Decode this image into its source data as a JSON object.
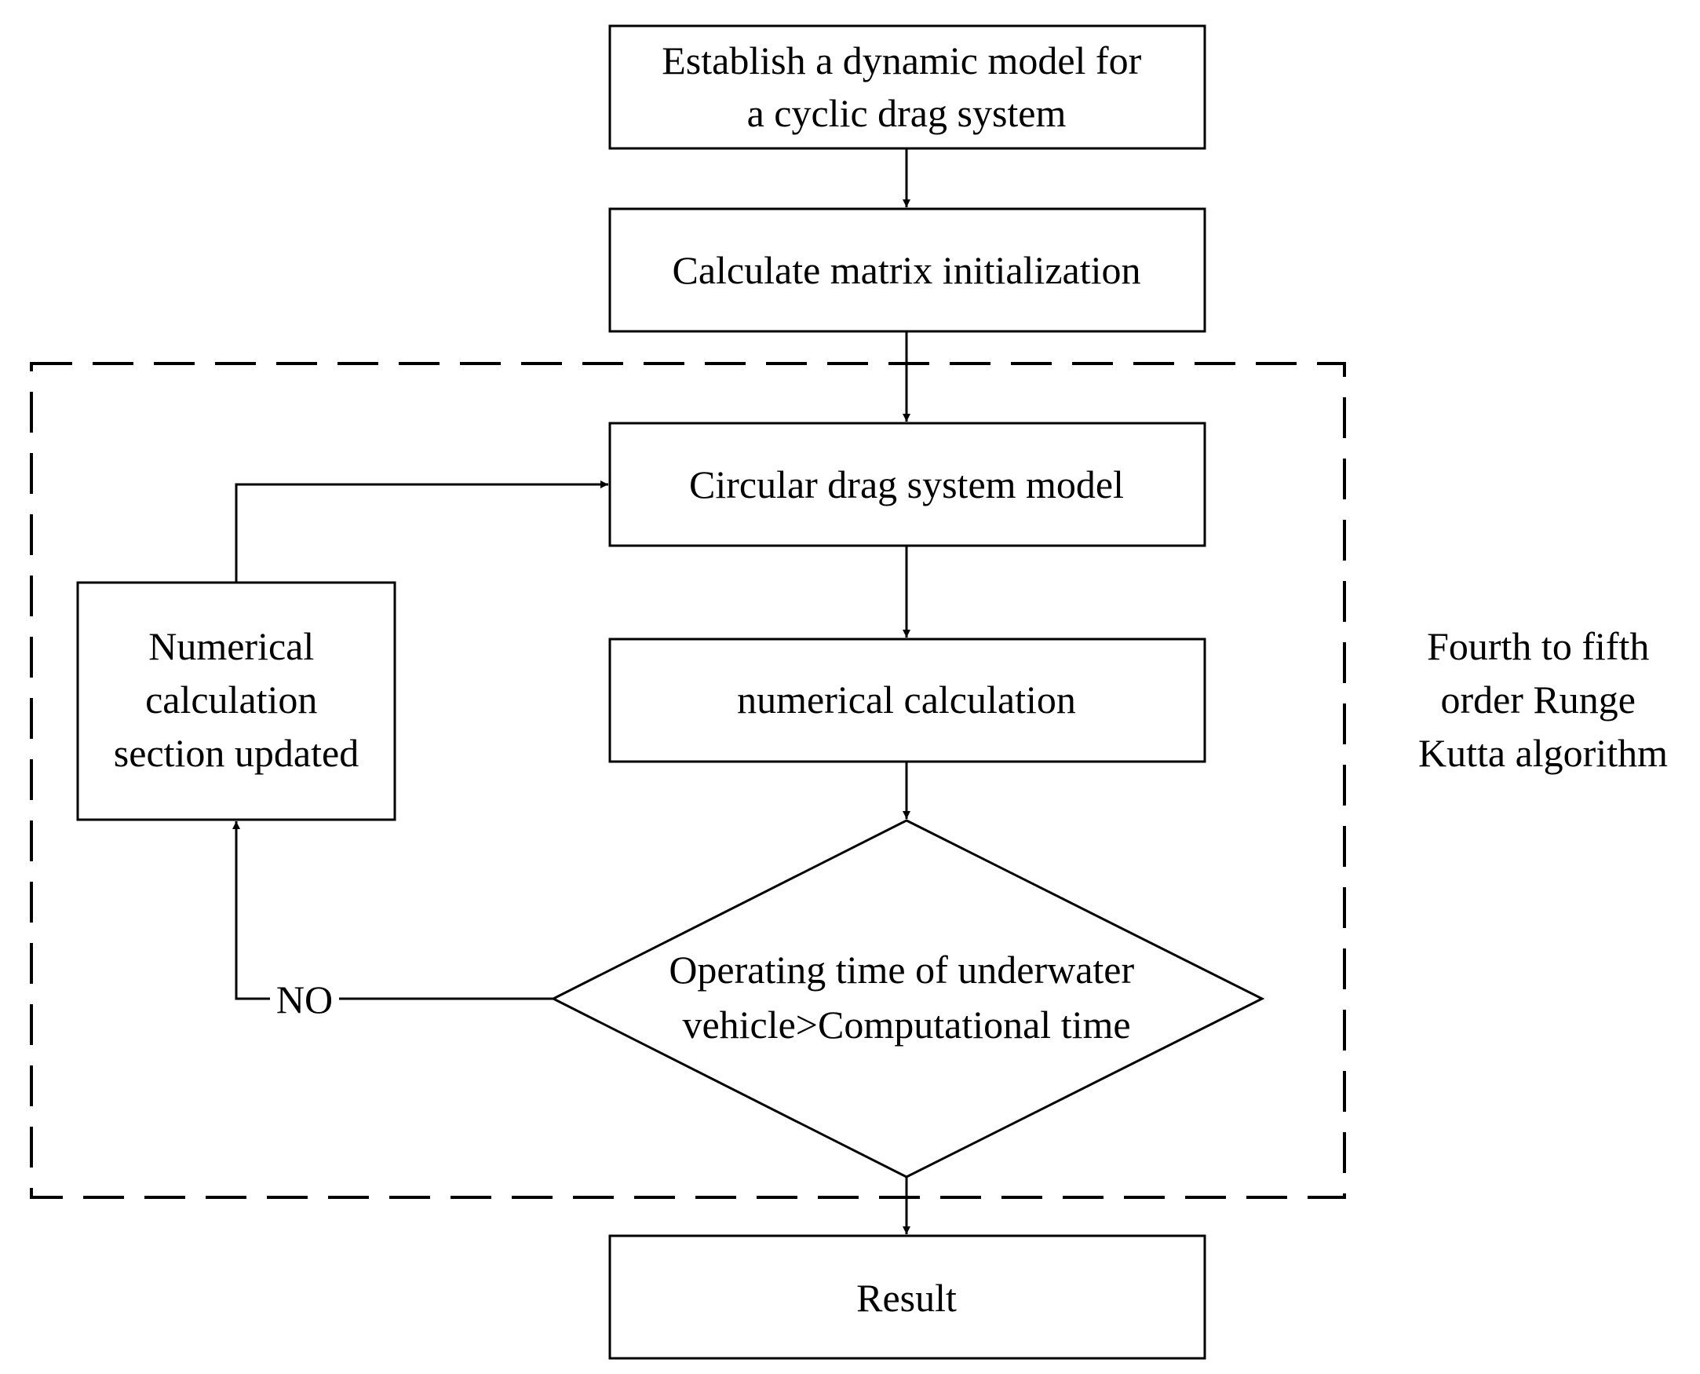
{
  "nodes": {
    "establish": {
      "lines": [
        "Establish a dynamic model for",
        "a cyclic drag system"
      ]
    },
    "init": {
      "lines": [
        "Calculate matrix initialization"
      ]
    },
    "model": {
      "lines": [
        "Circular drag system model"
      ]
    },
    "numcalc": {
      "lines": [
        "numerical calculation"
      ]
    },
    "decision": {
      "lines": [
        "Operating time of underwater",
        "vehicle>Computational time"
      ]
    },
    "update": {
      "lines": [
        "Numerical",
        "calculation",
        "section updated"
      ]
    },
    "result": {
      "lines": [
        "Result"
      ]
    }
  },
  "edge_labels": {
    "no": "NO"
  },
  "group": {
    "lines": [
      "Fourth to fifth",
      "order Runge",
      "Kutta algorithm"
    ]
  }
}
